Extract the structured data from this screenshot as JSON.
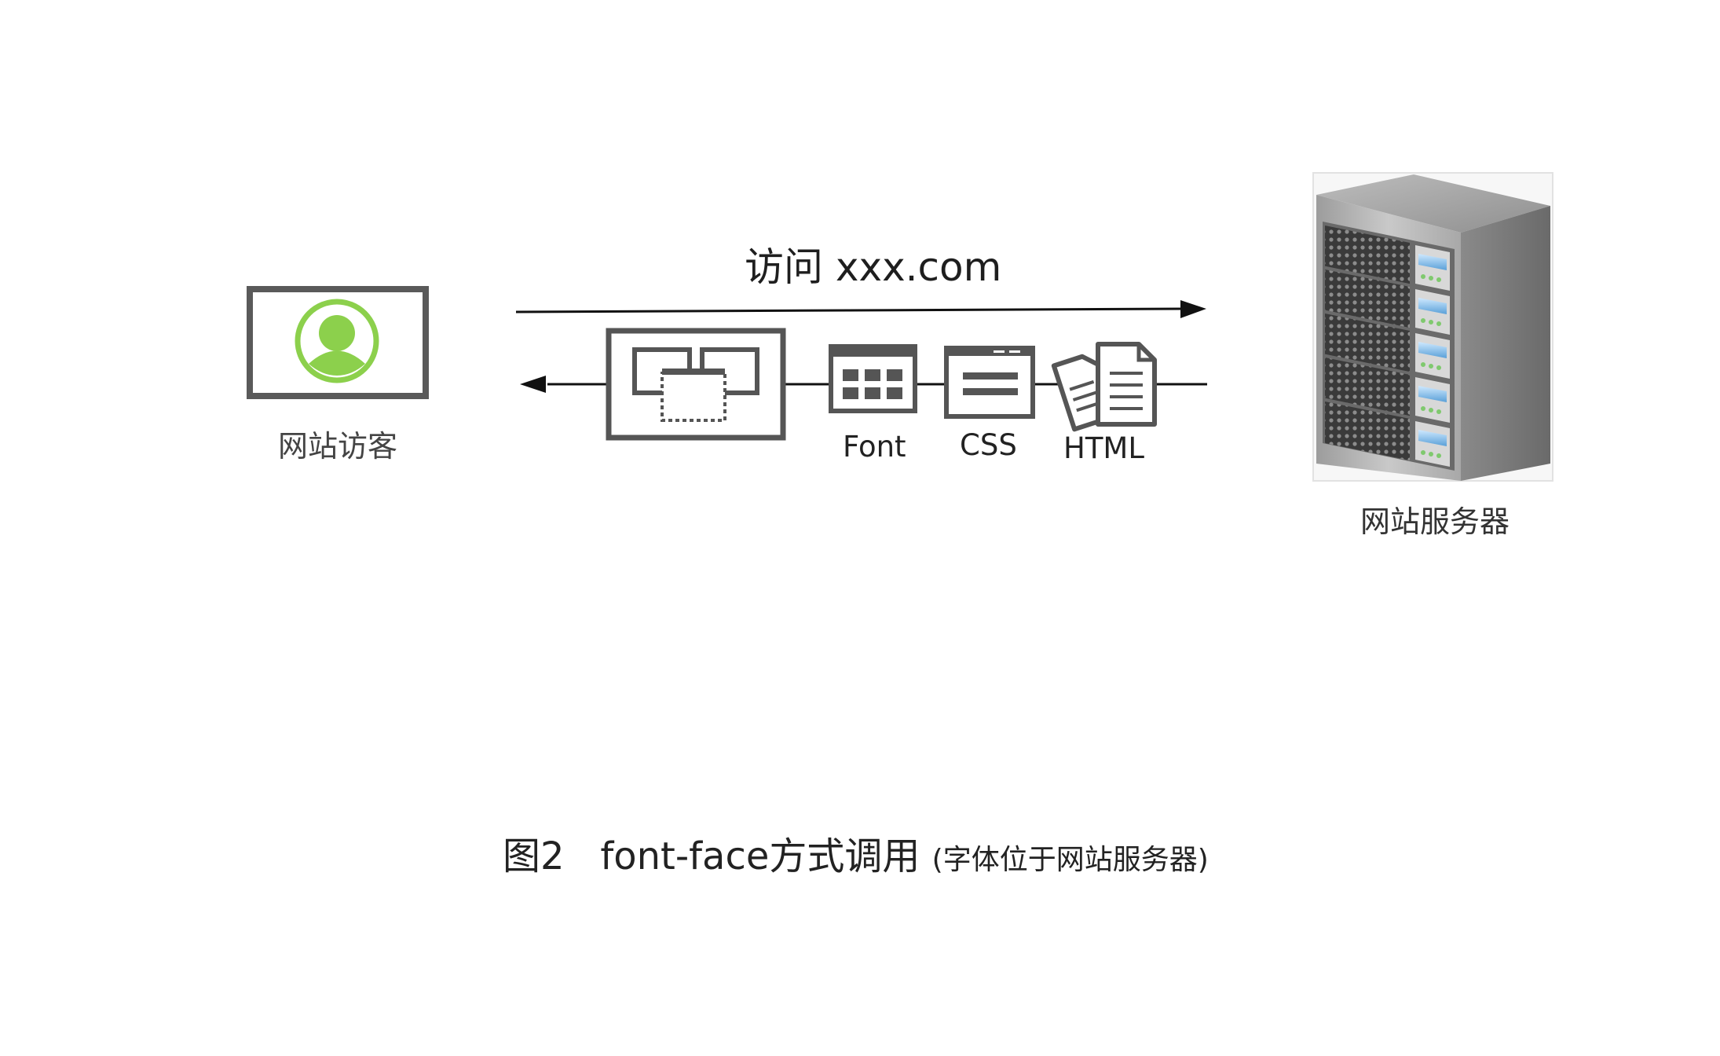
{
  "request": {
    "label": "访问 xxx.com"
  },
  "visitor": {
    "label": "网站访客",
    "accent_color": "#8cd04c",
    "frame_color": "#5a5a5a"
  },
  "server": {
    "label": "网站服务器"
  },
  "resources": [
    {
      "label": "Font",
      "icon": "font-grid-icon"
    },
    {
      "label": "CSS",
      "icon": "css-window-icon"
    },
    {
      "label": "HTML",
      "icon": "html-documents-icon"
    }
  ],
  "render_icon": "rendered-page-icon",
  "caption": {
    "main": "图2   font-face方式调用",
    "note": "(字体位于网站服务器)"
  },
  "colors": {
    "stroke": "#555555",
    "line": "#111111"
  }
}
